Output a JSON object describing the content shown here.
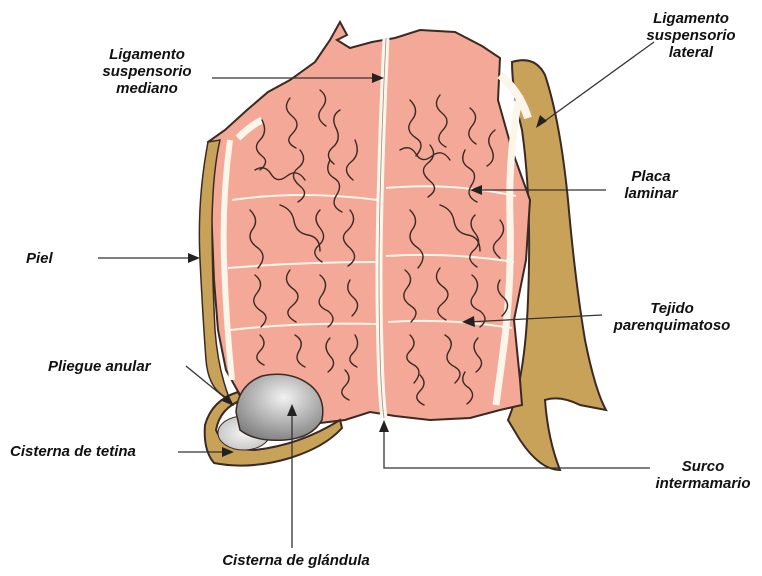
{
  "labels": {
    "ligamento_mediano": "Ligamento\nsuspensorio\nmediano",
    "ligamento_lateral": "Ligamento\nsuspensorio\nlateral",
    "placa_laminar": "Placa\nlaminar",
    "piel": "Piel",
    "tejido": "Tejido\nparenquimatoso",
    "pliegue": "Pliegue anular",
    "cisterna_tetina": "Cisterna de tetina",
    "surco": "Surco\nintermamario",
    "cisterna_glandula": "Cisterna de glándula"
  },
  "colors": {
    "parenchyma": "#f4a898",
    "skin": "#c9a25a",
    "outline": "#3a2a22",
    "ligament": "#fbf5ea",
    "cistern": "#9a9a9a"
  }
}
